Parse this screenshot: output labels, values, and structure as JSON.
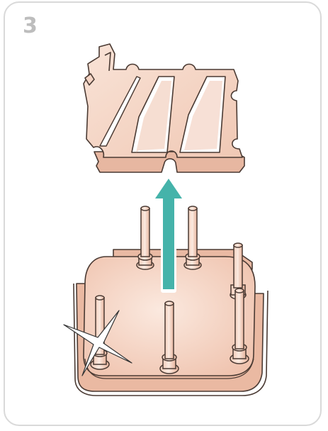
{
  "step": {
    "number": "3"
  },
  "illustration": {
    "parts": [
      "top-cover-plate",
      "base-block",
      "guide-pins"
    ],
    "arrow_icon": "arrow-up-icon",
    "sparkle_icon": "sparkle-icon",
    "colors": {
      "part_fill": "#f5d4c4",
      "part_stroke": "#4a3a33",
      "arrow": "#45b3aa",
      "frame": "#d9d9d9",
      "step_number": "#bdbdbd"
    }
  }
}
